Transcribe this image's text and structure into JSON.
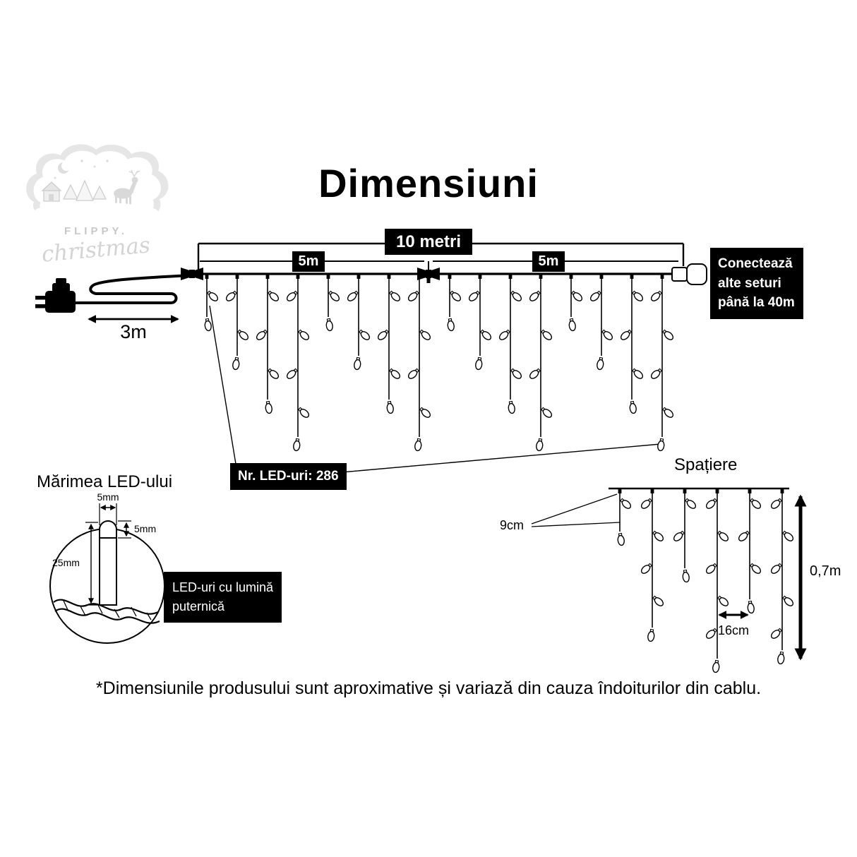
{
  "title": "Dimensiuni",
  "logo": {
    "brand": "FLIPPY.",
    "script": "christmas"
  },
  "dimensions": {
    "total": "10 metri",
    "left_half": "5m",
    "right_half": "5m",
    "lead_wire": "3m",
    "connect_note": "Conectează\nalte seturi\npână la 40m",
    "led_count": "Nr. LED-uri: 286"
  },
  "led_size": {
    "heading": "Mărimea LED-ului",
    "tip_width": "5mm",
    "tip_height": "5mm",
    "total_height": "25mm",
    "note": "LED-uri cu lumină\nputernică"
  },
  "spacing": {
    "heading": "Spațiere",
    "vertical_gap": "9cm",
    "horizontal_gap": "16cm",
    "drop_length": "0,7m"
  },
  "footer": "*Dimensiunile produsului sunt aproximative și variază din cauza îndoiturilor din cablu."
}
